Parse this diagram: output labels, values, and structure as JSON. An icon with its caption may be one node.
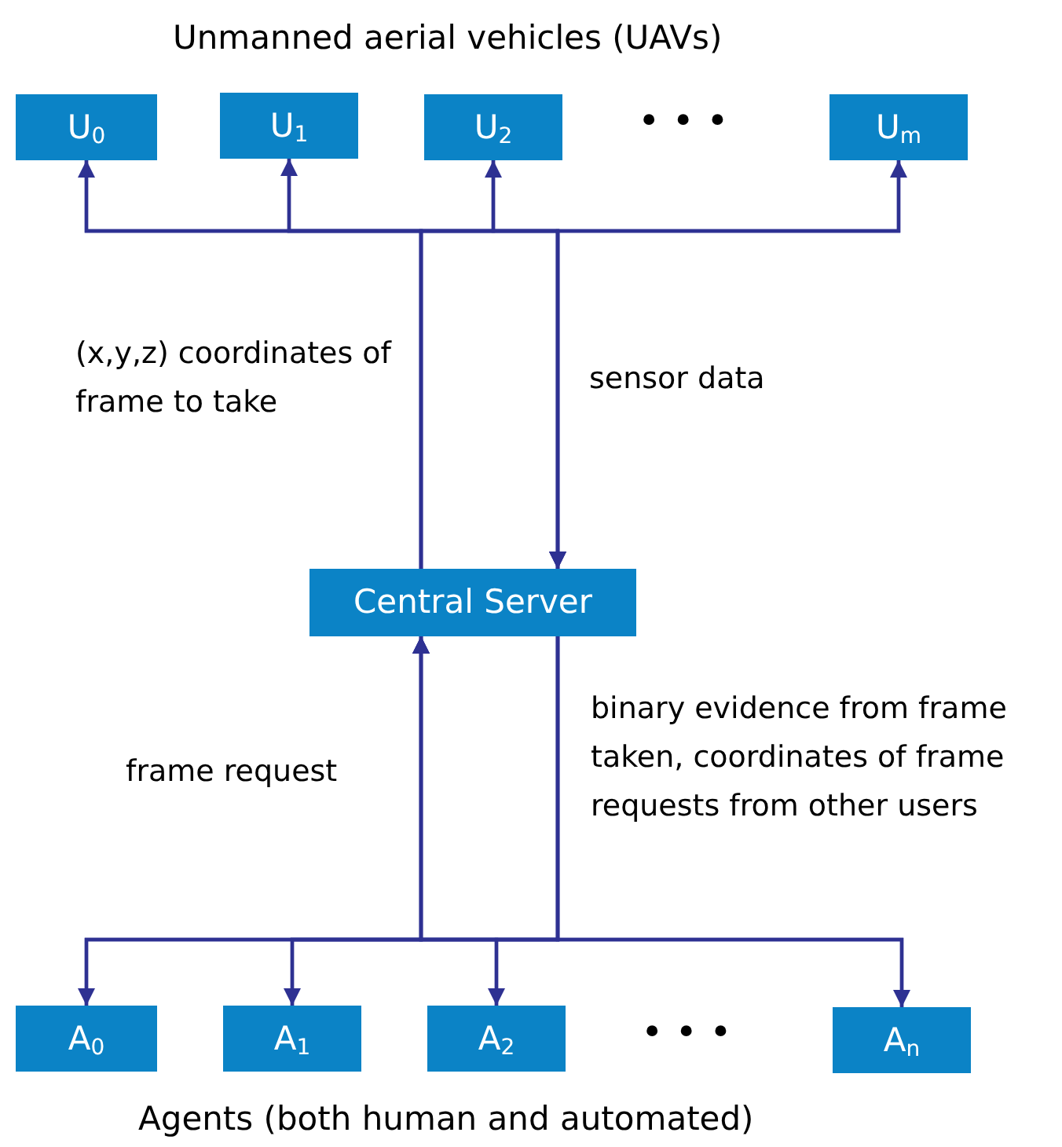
{
  "diagram": {
    "title": "Unmanned aerial vehicles (UAVs)",
    "caption": "Agents (both human and automated)",
    "nodes": [
      {
        "text": [
          "U$_{0}$"
        ]
      },
      {
        "text": [
          "U$_{1}$"
        ]
      },
      {
        "text": [
          "U$_{2}$"
        ]
      },
      {
        "text": [
          "U$_{m}$"
        ]
      },
      {
        "text": [
          "Central Server"
        ]
      },
      {
        "text": [
          "A$_{0}$"
        ]
      },
      {
        "text": [
          "A$_{1}$"
        ]
      },
      {
        "text": [
          "A$_{2}$"
        ]
      },
      {
        "text": [
          "A$_{n}$"
        ]
      }
    ],
    "edges": [
      {
        "from": 4,
        "to": 0,
        "arrow": "to",
        "label": "(x,y,z) coordinates of frame to take"
      },
      {
        "from": 4,
        "to": 1,
        "arrow": "to"
      },
      {
        "from": 4,
        "to": 2,
        "arrow": "to"
      },
      {
        "from": 4,
        "to": 3,
        "arrow": "to"
      },
      {
        "from": 0,
        "to": 4,
        "arrow": "to",
        "label": "sensor data"
      },
      {
        "from": 1,
        "to": 4,
        "arrow": "to"
      },
      {
        "from": 2,
        "to": 4,
        "arrow": "to"
      },
      {
        "from": 3,
        "to": 4,
        "arrow": "to"
      },
      {
        "from": 5,
        "to": 4,
        "arrow": "to",
        "label": "frame request"
      },
      {
        "from": 6,
        "to": 4,
        "arrow": "to"
      },
      {
        "from": 7,
        "to": 4,
        "arrow": "to"
      },
      {
        "from": 8,
        "to": 4,
        "arrow": "to"
      },
      {
        "from": 4,
        "to": 5,
        "arrow": "to",
        "label": "binary evidence from frame taken, coordinates of frame requests from other users"
      },
      {
        "from": 4,
        "to": 6,
        "arrow": "to"
      },
      {
        "from": 4,
        "to": 7,
        "arrow": "to"
      },
      {
        "from": 4,
        "to": 8,
        "arrow": "to"
      }
    ],
    "labels": [
      "• • •",
      "• • •"
    ]
  }
}
